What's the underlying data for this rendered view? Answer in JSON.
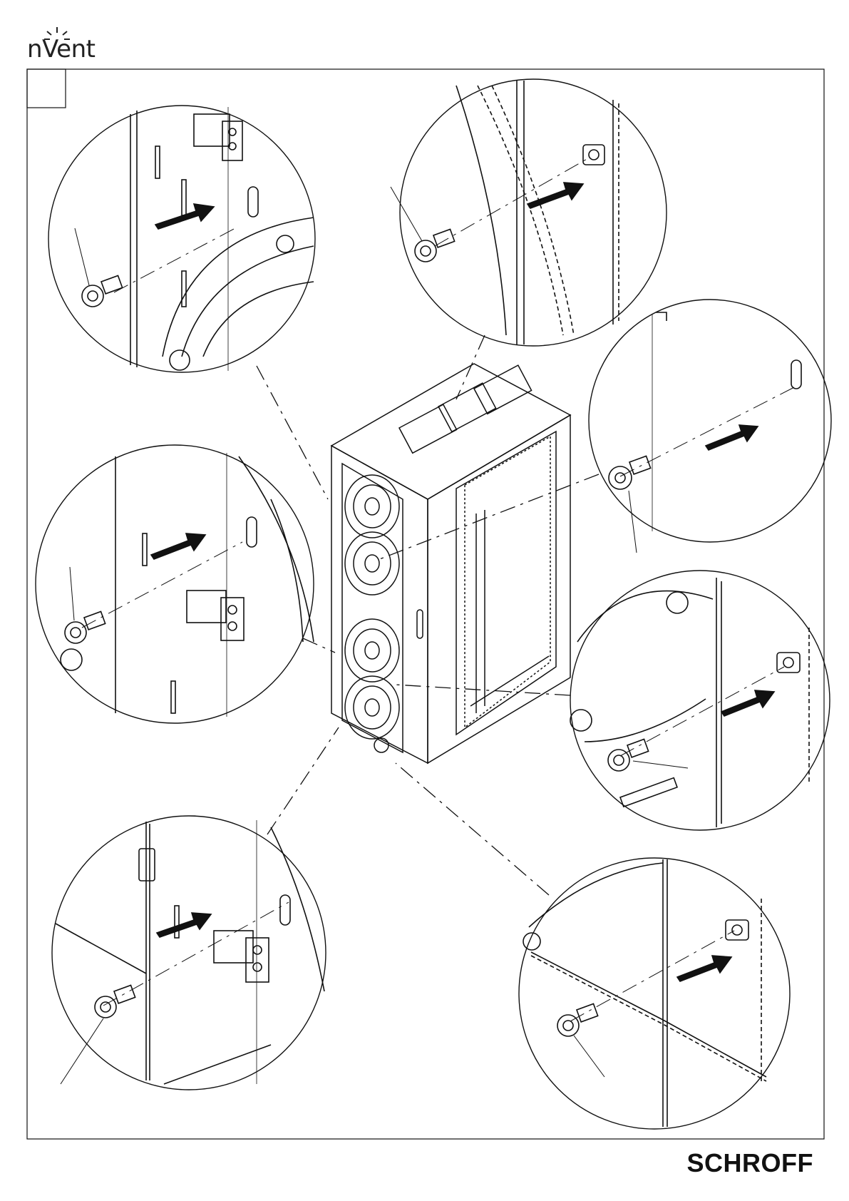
{
  "header": {
    "logo_text": "nVent"
  },
  "footer": {
    "brand": "SCHROFF"
  },
  "diagram": {
    "step_number": "",
    "detail_views": [
      {
        "id": "top-left"
      },
      {
        "id": "top-right"
      },
      {
        "id": "middle-left"
      },
      {
        "id": "middle-right"
      },
      {
        "id": "lower-right"
      },
      {
        "id": "bottom-left"
      },
      {
        "id": "bottom-right"
      }
    ]
  }
}
